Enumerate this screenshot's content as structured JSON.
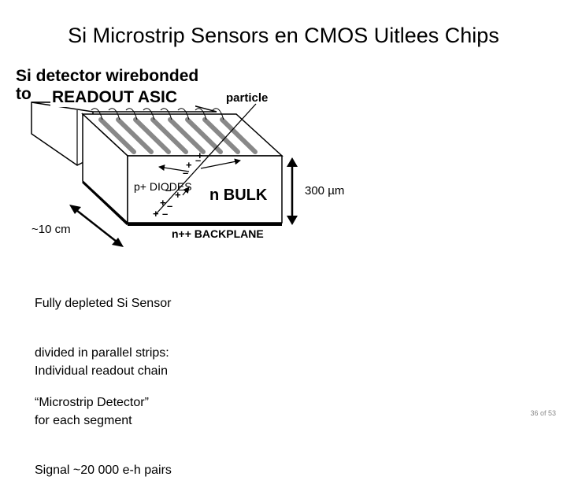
{
  "slide": {
    "title": "Si Microstrip Sensors en CMOS Uitlees Chips",
    "page_num": "36",
    "page_of": "of 53"
  },
  "diagram": {
    "heading_line1": "Si detector wirebonded",
    "heading_line2_prefix": "to",
    "asic_label": "READOUT ASIC",
    "particle_label": "particle",
    "diodes_label": "p+ DIODES",
    "bulk_label": "n BULK",
    "backplane_label": "n++ BACKPLANE",
    "thickness_label": "300 µm",
    "length_label": "~10 cm",
    "plus_sign": "+",
    "minus_sign": "–"
  },
  "notes": {
    "block1": [
      "Fully depleted Si Sensor",
      "divided in parallel strips:",
      "“Microstrip Detector”"
    ],
    "block2": [
      "Individual readout chain",
      "for each segment",
      "Signal ~20 000 e-h pairs"
    ]
  }
}
